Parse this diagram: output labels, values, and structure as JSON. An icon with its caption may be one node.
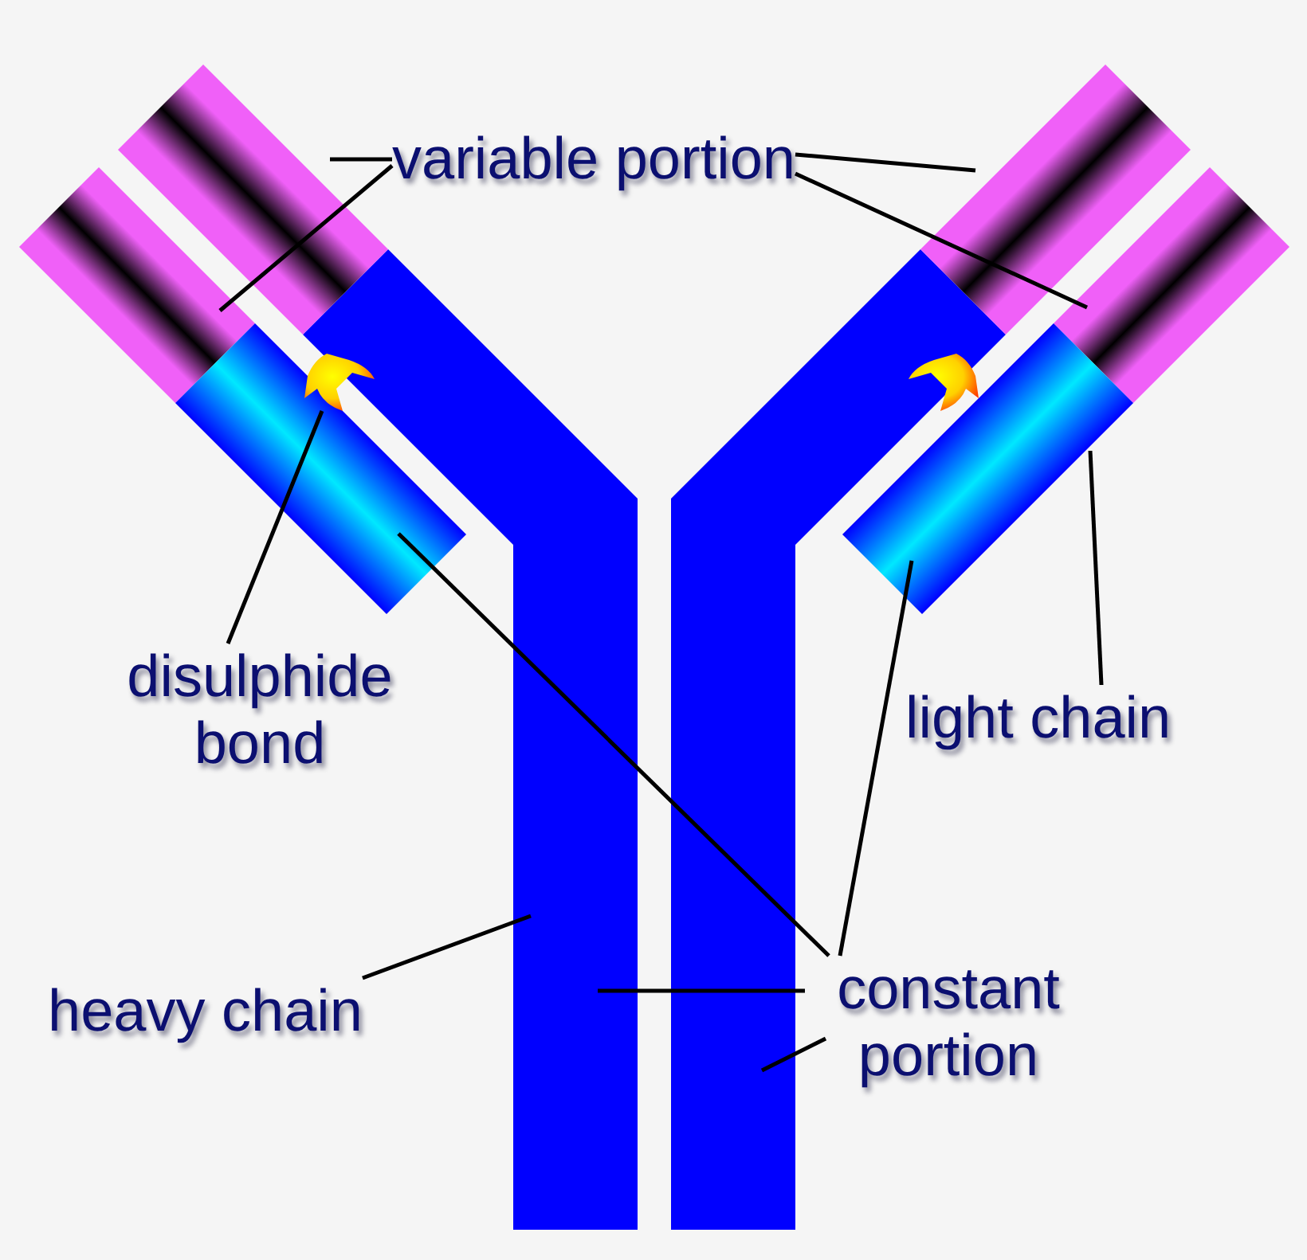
{
  "diagram": {
    "nodes": [
      {
        "text": [
          "variable portion"
        ]
      },
      {
        "text": [
          "disulphide bond"
        ]
      },
      {
        "text": [
          "light chain"
        ]
      },
      {
        "text": [
          "heavy chain"
        ]
      },
      {
        "text": [
          "constant portion"
        ]
      },
      {
        "text": [],
        "shape": "bar"
      },
      {
        "text": [],
        "shape": "bar"
      },
      {
        "text": [],
        "shape": "star"
      },
      {
        "text": [],
        "shape": "bar"
      },
      {
        "text": [],
        "shape": "bar"
      },
      {
        "text": [],
        "shape": "bar"
      },
      {
        "text": [],
        "shape": "bar"
      },
      {
        "text": [],
        "shape": "bar"
      },
      {
        "text": [],
        "shape": "bar"
      }
    ],
    "edges": [
      {
        "from": 0,
        "to": 5,
        "arrow": "none"
      },
      {
        "from": 0,
        "to": 6,
        "arrow": "none"
      },
      {
        "from": 0,
        "to": 10,
        "arrow": "none"
      },
      {
        "from": 0,
        "to": 11,
        "arrow": "none"
      },
      {
        "from": 1,
        "to": 7,
        "arrow": "none"
      },
      {
        "from": 2,
        "to": 12,
        "arrow": "none"
      },
      {
        "from": 4,
        "to": 8,
        "arrow": "none"
      },
      {
        "from": 4,
        "to": 12,
        "arrow": "none"
      },
      {
        "from": 4,
        "to": 9,
        "arrow": "none"
      },
      {
        "from": 4,
        "to": 13,
        "arrow": "none"
      },
      {
        "from": 3,
        "to": 9,
        "arrow": "none"
      }
    ]
  }
}
